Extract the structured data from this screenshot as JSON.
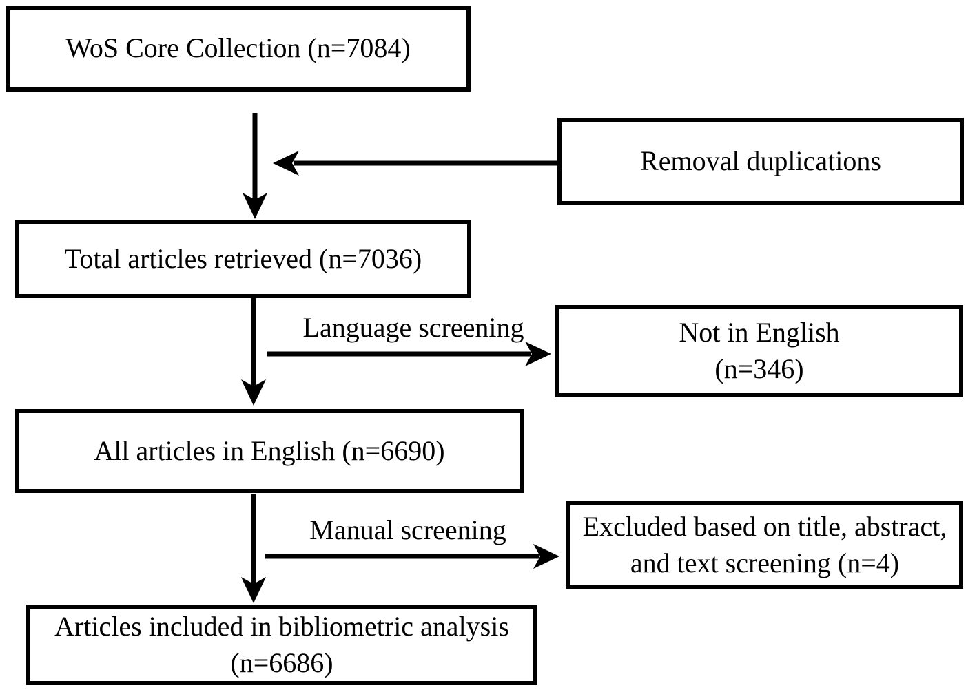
{
  "figure": {
    "background_color": "#ffffff",
    "line_color": "#000000",
    "text_color": "#000000",
    "nodes": {
      "wos": {
        "label": "WoS Core Collection (n=7084)"
      },
      "removal": {
        "label": "Removal duplications"
      },
      "total": {
        "label": "Total articles retrieved (n=7036)"
      },
      "not_english": {
        "line1": "Not in English",
        "line2": "(n=346)"
      },
      "english": {
        "label": "All articles in English (n=6690)"
      },
      "excluded": {
        "line1": "Excluded based on title, abstract,",
        "line2": "and text screening (n=4)"
      },
      "included": {
        "line1": "Articles included in bibliometric analysis",
        "line2": "(n=6686)"
      }
    },
    "edge_labels": {
      "language_screening": "Language screening",
      "manual_screening": "Manual screening"
    },
    "flow": [
      {
        "from": "wos",
        "to": "total",
        "side_box": "removal",
        "label": ""
      },
      {
        "from": "total",
        "to": "english",
        "side_box": "not_english",
        "label": "Language screening"
      },
      {
        "from": "english",
        "to": "included",
        "side_box": "excluded",
        "label": "Manual screening"
      }
    ]
  }
}
